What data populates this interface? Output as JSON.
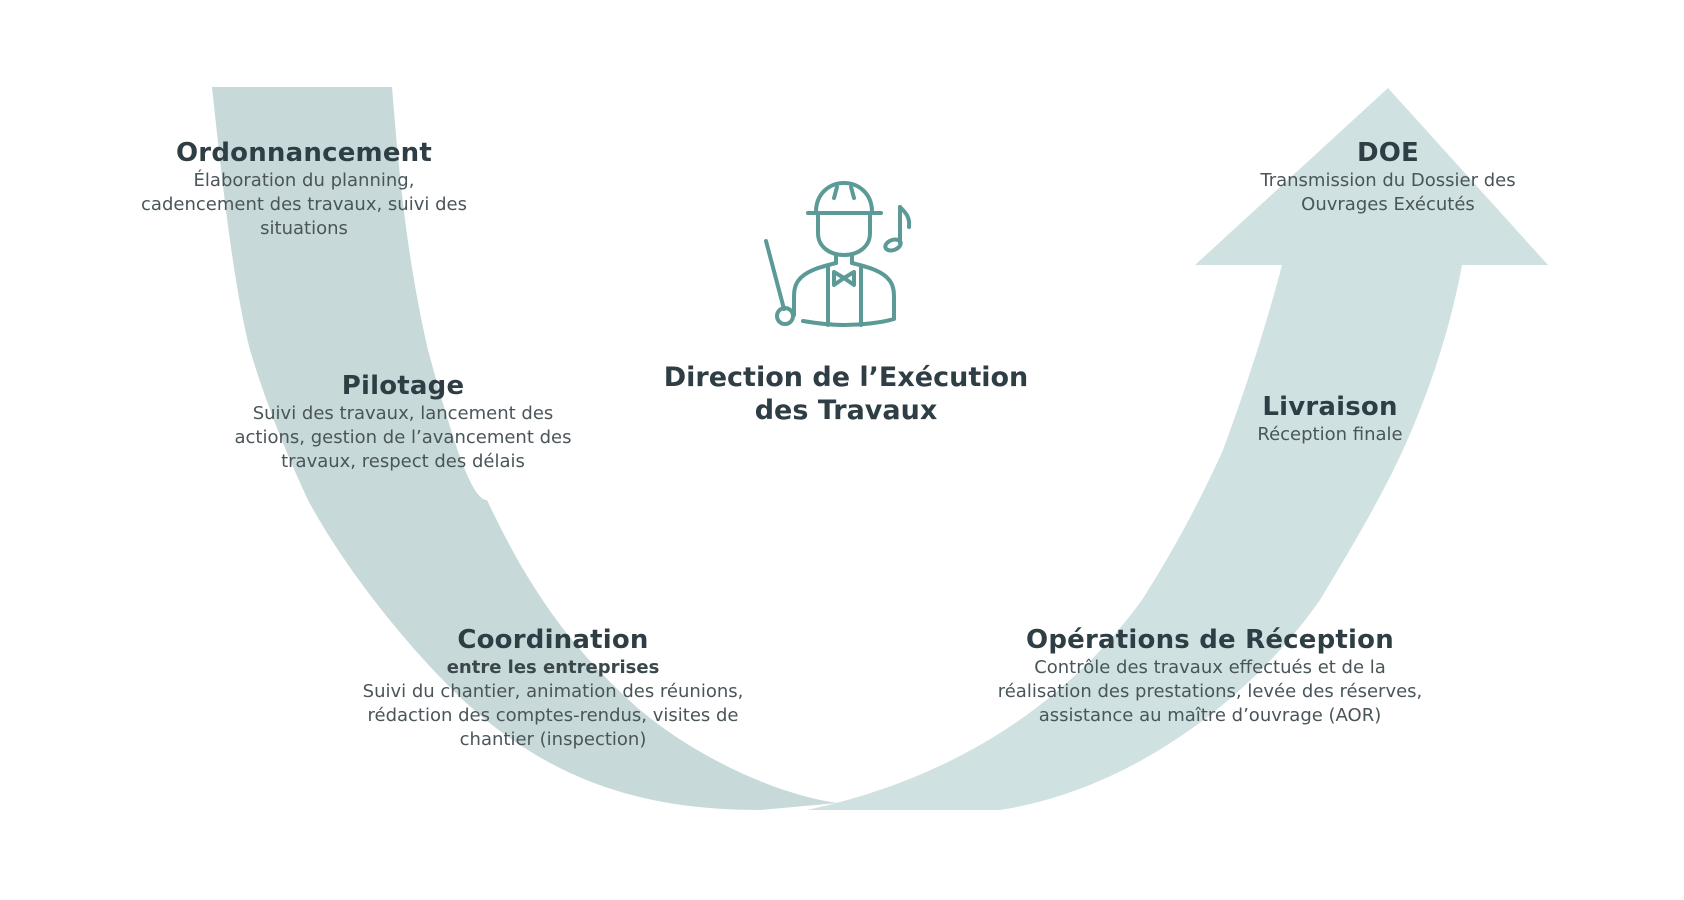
{
  "diagram": {
    "title_lines": [
      "Direction de l’Exécution",
      "des Travaux"
    ],
    "icon": "conductor-worker-icon",
    "colors": {
      "band_left": "#c8d9d9",
      "band_right": "#cfe2e1",
      "icon_stroke": "#5b9a96",
      "title_text": "#2e3e44",
      "body_text": "#4a5559",
      "background": "#ffffff"
    },
    "stages": [
      {
        "id": "ordonnancement",
        "title": "Ordonnancement",
        "lines": [
          "Élaboration du planning,",
          "cadencement des travaux, suivi des",
          "situations"
        ]
      },
      {
        "id": "pilotage",
        "title": "Pilotage",
        "lines": [
          "Suivi des travaux, lancement des",
          "actions, gestion de l’avancement des",
          "travaux, respect des délais"
        ]
      },
      {
        "id": "coordination",
        "title": "Coordination",
        "subtitle": "entre les entreprises",
        "lines": [
          "Suivi du chantier, animation des réunions,",
          "rédaction des comptes-rendus, visites de",
          "chantier (inspection)"
        ]
      },
      {
        "id": "operations-reception",
        "title": "Opérations de Réception",
        "lines": [
          "Contrôle des travaux effectués et de la",
          "réalisation des prestations, levée des réserves,",
          "assistance au maître d’ouvrage (AOR)"
        ]
      },
      {
        "id": "livraison",
        "title": "Livraison",
        "lines": [
          "Réception finale"
        ]
      },
      {
        "id": "doe",
        "title": "DOE",
        "lines": [
          "Transmission du Dossier des",
          "Ouvrages Exécutés"
        ]
      }
    ]
  }
}
